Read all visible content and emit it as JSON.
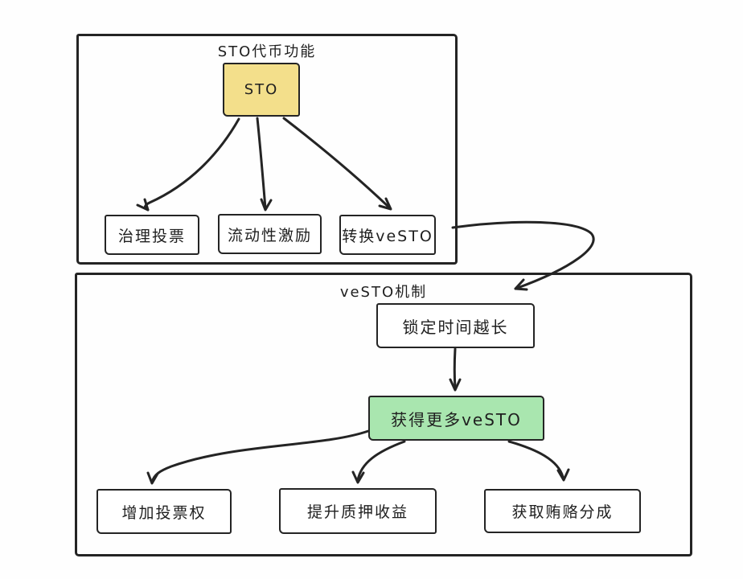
{
  "diagram": {
    "type": "flowchart",
    "style": "hand-drawn",
    "colors": {
      "background": "#fefefe",
      "stroke": "#242424",
      "root_node_fill": "#f3df8b",
      "effect_node_fill": "#a9e6af"
    },
    "top_section": {
      "title": "STO代币功能",
      "root": {
        "label": "STO",
        "fill": "#f3df8b"
      },
      "children": [
        {
          "label": "治理投票"
        },
        {
          "label": "流动性激励"
        },
        {
          "label": "转换veSTO"
        }
      ]
    },
    "connector": {
      "from": "转换veSTO",
      "to": "veSTO机制",
      "shape": "s-curve-arrow"
    },
    "bottom_section": {
      "title": "veSTO机制",
      "cause": {
        "label": "锁定时间越长"
      },
      "effect": {
        "label": "获得更多veSTO",
        "fill": "#a9e6af"
      },
      "children": [
        {
          "label": "增加投票权"
        },
        {
          "label": "提升质押收益"
        },
        {
          "label": "获取贿赂分成"
        }
      ]
    }
  }
}
